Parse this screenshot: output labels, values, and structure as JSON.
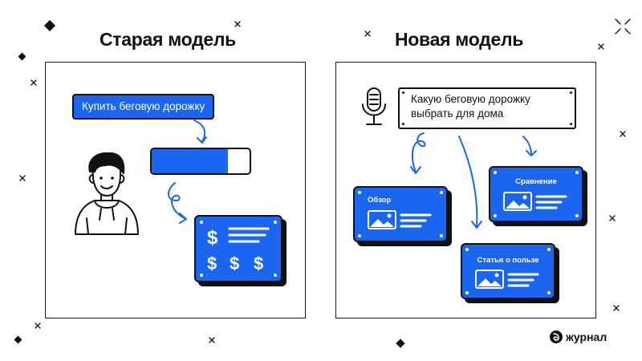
{
  "left": {
    "title": "Старая модель",
    "buy_button": "Купить беговую дорожку",
    "progress": 0.78
  },
  "right": {
    "title": "Новая модель",
    "query_line1": "Какую беговую дорожку",
    "query_line2": "выбрать для дома",
    "cards": {
      "review": "Обзор",
      "compare": "Сравнение",
      "benefit": "Статья о пользе"
    }
  },
  "brand": {
    "name": "журнал"
  },
  "colors": {
    "accent": "#1a66f0",
    "ink": "#111111"
  }
}
